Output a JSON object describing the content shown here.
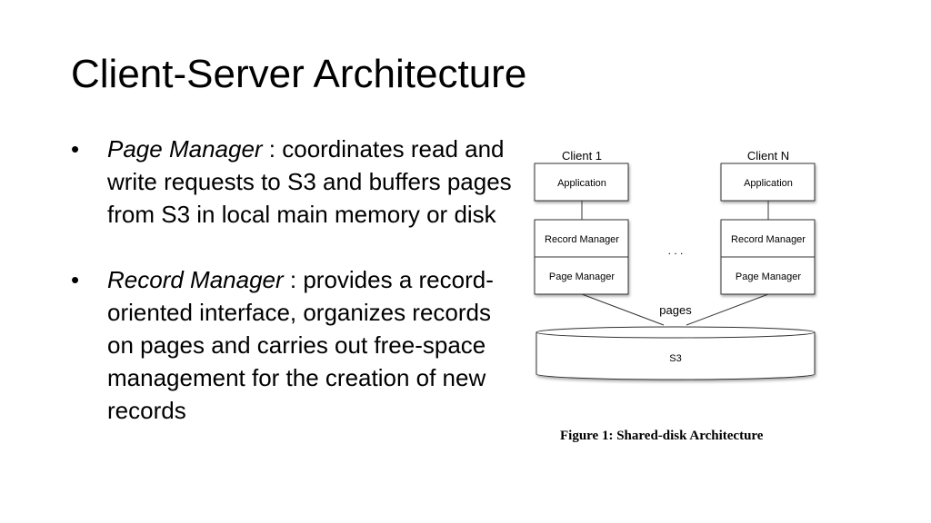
{
  "title": "Client-Server Architecture",
  "bullets": [
    {
      "symbol": "•",
      "term": "Page Manager",
      "text": " : coordinates read and write requests to S3 and buffers pages from S3 in local main memory or disk"
    },
    {
      "symbol": "•",
      "term": "Record Manager",
      "text": " : provides a record-oriented interface, organizes records on pages and carries out free-space management for the creation of new records"
    }
  ],
  "figure": {
    "client1_label": "Client 1",
    "clientN_label": "Client N",
    "application": "Application",
    "record_manager": "Record Manager",
    "page_manager": "Page Manager",
    "ellipsis": ". . .",
    "pages_label": "pages",
    "storage_label": "S3",
    "caption": "Figure 1: Shared-disk Architecture"
  }
}
